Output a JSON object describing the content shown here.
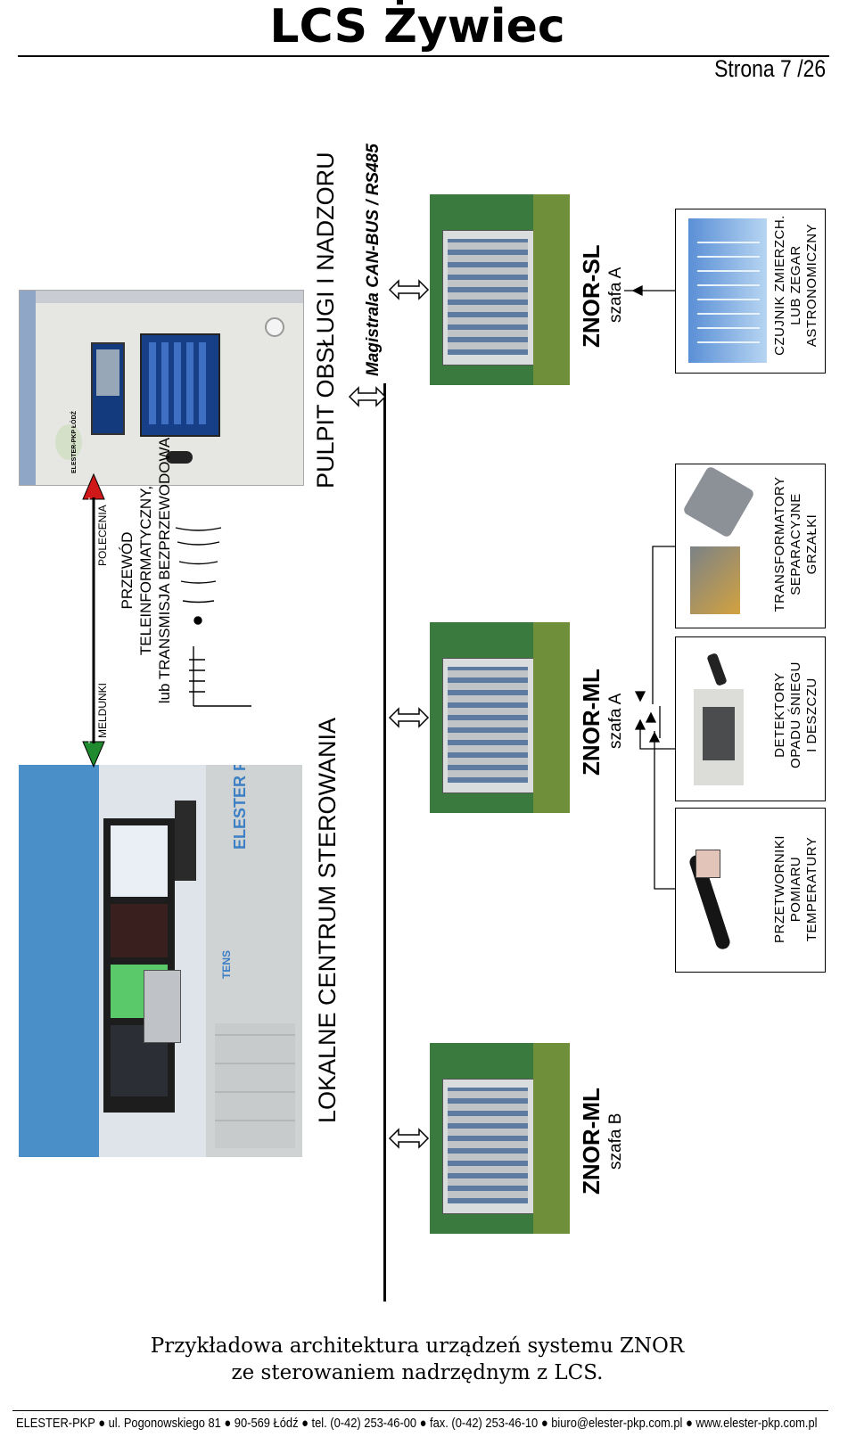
{
  "header": {
    "title": "LCS Żywiec",
    "page": "Strona 7 /26"
  },
  "diagram": {
    "lcs_label": "LOKALNE CENTRUM STEROWANIA",
    "pulpit_label": "PULPIT OBSŁUGI I NADZORU",
    "bus_label": "Magistrala CAN-BUS / RS485",
    "link_lines": [
      "PRZEWÓD",
      "TELEINFORMATYCZNY,",
      "lub TRANSMISJA BEZPRZEWODOWA"
    ],
    "meldunki": "MELDUNKI",
    "polecenia": "POLECENIA",
    "cabinets": [
      {
        "name": "ZNOR-SL",
        "sub": "szafa A"
      },
      {
        "name": "ZNOR-ML",
        "sub": "szafa A"
      },
      {
        "name": "ZNOR-ML",
        "sub": "szafa B"
      }
    ],
    "sensors": [
      {
        "lines": [
          "CZUJNIK ZMIERZCH.",
          "LUB ZEGAR",
          "ASTRONOMICZNY"
        ]
      },
      {
        "lines": [
          "TRANSFORMATORY",
          "SEPARACYJNE",
          "GRZAŁKI"
        ]
      },
      {
        "lines": [
          "DETEKTORY",
          "OPADU ŚNIEGU",
          "I DESZCZU"
        ]
      },
      {
        "lines": [
          "PRZETWORNIKI",
          "POMIARU",
          "TEMPERATURY"
        ]
      }
    ],
    "panel_label_line1": "ELESTER-PKP",
    "panel_label_line2": "ŁÓDŹ",
    "room_sign": "ELESTER PKP",
    "room_sign2": "TENS"
  },
  "caption": {
    "line1": "Przykładowa architektura urządzeń systemu ZNOR",
    "line2": "ze sterowaniem nadrzędnym z LCS."
  },
  "footer": {
    "text": "ELESTER-PKP ● ul. Pogonowskiego 81 ● 90-569 Łódź ● tel. (0-42) 253-46-00 ● fax. (0-42) 253-46-10 ● biuro@elester-pkp.com.pl ● www.elester-pkp.com.pl"
  },
  "colors": {
    "meldunki_arrow": "#1f8a2e",
    "polecenia_arrow": "#d01818",
    "cabinet_bg": "#3a7a3e"
  }
}
